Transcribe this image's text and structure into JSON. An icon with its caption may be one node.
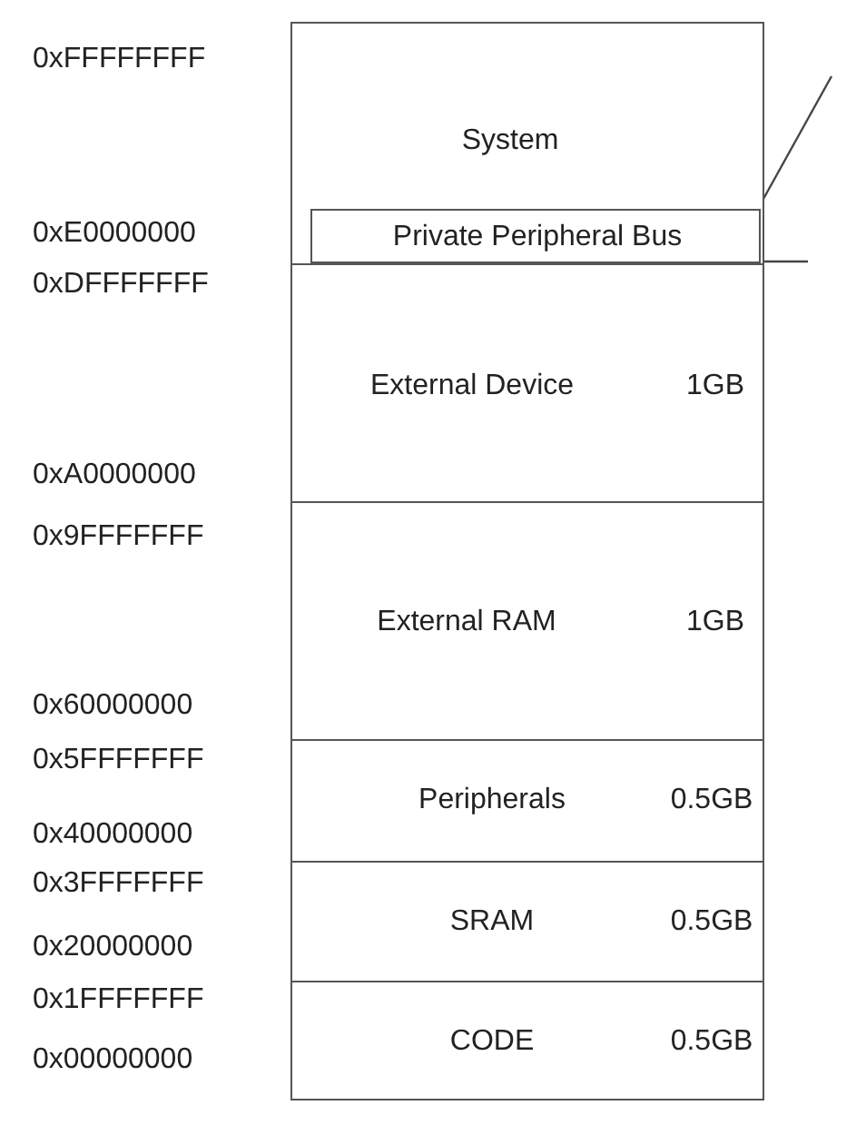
{
  "diagram": {
    "nodes": [
      {
        "text": [
          "System"
        ]
      },
      {
        "text": [
          "Private Peripheral Bus"
        ],
        "in": 0
      },
      {
        "text": [
          "External Device",
          "1GB"
        ]
      },
      {
        "text": [
          "External RAM",
          "1GB"
        ]
      },
      {
        "text": [
          "Peripherals",
          "0.5GB"
        ]
      },
      {
        "text": [
          "SRAM",
          "0.5GB"
        ]
      },
      {
        "text": [
          "CODE",
          "0.5GB"
        ]
      }
    ],
    "edges": [
      {
        "from": 1,
        "to": null,
        "arrow": "none"
      },
      {
        "from": 1,
        "to": null,
        "arrow": "none"
      }
    ],
    "labels": [
      "0xFFFFFFFF",
      "0xE0000000",
      "0xDFFFFFFF",
      "0xA0000000",
      "0x9FFFFFFF",
      "0x60000000",
      "0x5FFFFFFF",
      "0x40000000",
      "0x3FFFFFFF",
      "0x20000000",
      "0x1FFFFFFF",
      "0x00000000"
    ]
  }
}
